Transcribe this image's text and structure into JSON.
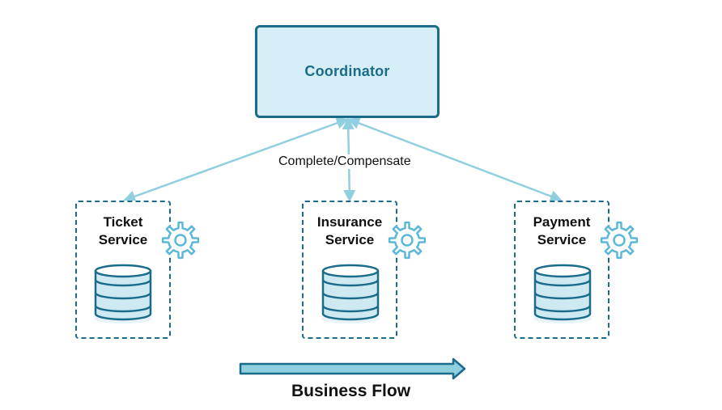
{
  "coordinator": {
    "title": "Coordinator"
  },
  "edge_label": "Complete/Compensate",
  "services": [
    {
      "line1": "Ticket",
      "line2": "Service"
    },
    {
      "line1": "Insurance",
      "line2": "Service"
    },
    {
      "line1": "Payment",
      "line2": "Service"
    }
  ],
  "business_flow": {
    "label": "Business Flow"
  },
  "colors": {
    "primary": "#1a6c8a",
    "fill": "#d6eef7",
    "arrow": "#8fcfe0",
    "gear": "#5bb8d8",
    "db_fill": "#cfe9f3"
  }
}
